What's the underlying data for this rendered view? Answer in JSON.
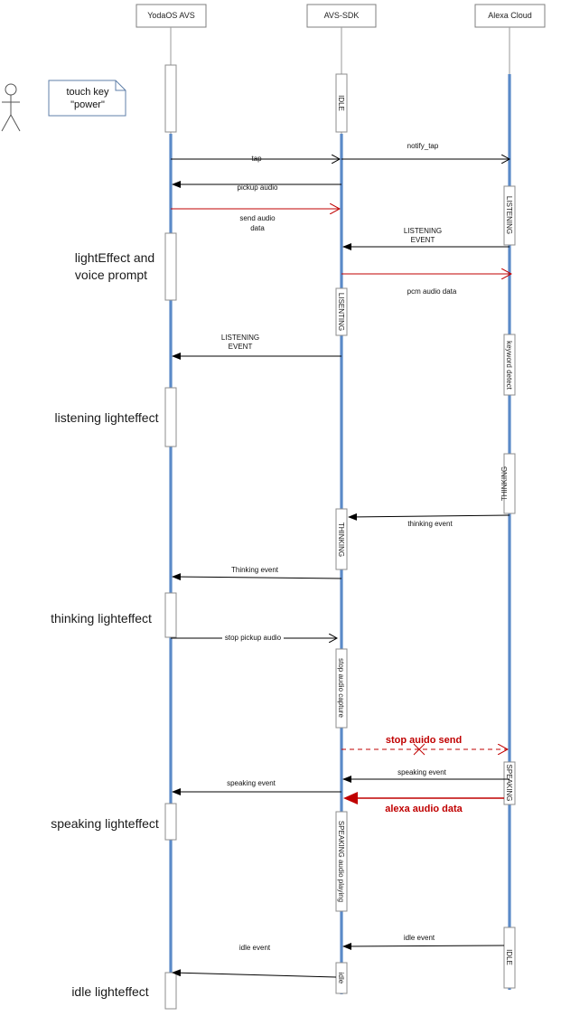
{
  "participants": {
    "yodaos": "YodaOS AVS",
    "sdk": "AVS-SDK",
    "cloud": "Alexa Cloud"
  },
  "note": {
    "line1": "touch key",
    "line2": "\"power\""
  },
  "states": {
    "sdk_idle": "IDLE",
    "cloud_listening": "LISTENING",
    "sdk_listening": "LISENTING",
    "cloud_keyword": "keyword detect",
    "cloud_thinking": "THINKING",
    "sdk_thinking": "THINKING",
    "sdk_stop_capture": "stop audio capture",
    "cloud_speaking": "SPEAKING",
    "sdk_speaking": "SPEAKING audio playing",
    "cloud_idle": "IDLE",
    "sdk_idle2": "idle"
  },
  "messages": {
    "tap": "tap",
    "notify_tap": "notify_tap",
    "pickup_audio": "pickup audio",
    "send_audio_1": "send  audio",
    "send_audio_2": "data",
    "listening_event_cloud_1": "LISTENING",
    "listening_event_cloud_2": "EVENT",
    "pcm_audio": "pcm audio data",
    "listening_event_sdk_1": "LISTENING",
    "listening_event_sdk_2": "EVENT",
    "thinking_event_cloud": "thinking event",
    "thinking_event_sdk": "Thinking event",
    "stop_pickup": "stop pickup audio",
    "stop_send": "stop auido send",
    "speaking_event_cloud": "speaking event",
    "speaking_event_sdk": "speaking event",
    "alexa_audio": "alexa audio data",
    "idle_event_cloud": "idle event",
    "idle_event_sdk": "idle event"
  },
  "effects": {
    "light_voice_1": "lightEffect and",
    "light_voice_2": "voice prompt",
    "listening": "listening lighteffect",
    "thinking": "thinking lighteffect",
    "speaking": "speaking lighteffect",
    "idle": "idle lighteffect"
  },
  "colors": {
    "lifeline": "#5b8ac8",
    "red": "#c00000",
    "note_border": "#5f7fa8"
  }
}
